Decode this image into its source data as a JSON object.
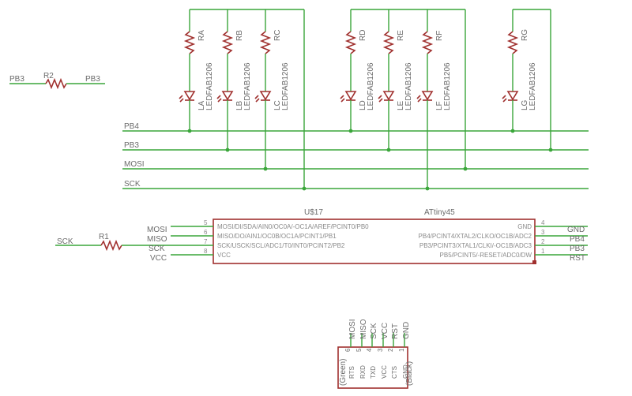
{
  "resistor_r2": {
    "name": "R2",
    "left_net": "PB3",
    "right_net": "PB3"
  },
  "buses": [
    "PB4",
    "PB3",
    "MOSI",
    "SCK"
  ],
  "leds": [
    {
      "resistor": "RA",
      "led": "LA",
      "value": "LEDFAB1206"
    },
    {
      "resistor": "RB",
      "led": "LB",
      "value": "LEDFAB1206"
    },
    {
      "resistor": "RC",
      "led": "LC",
      "value": "LEDFAB1206"
    },
    {
      "resistor": "RD",
      "led": "LD",
      "value": "LEDFAB1206"
    },
    {
      "resistor": "RE",
      "led": "LE",
      "value": "LEDFAB1206"
    },
    {
      "resistor": "RF",
      "led": "LF",
      "value": "LEDFAB1206"
    },
    {
      "resistor": "RG",
      "led": "LG",
      "value": "LEDFAB1206"
    }
  ],
  "chip": {
    "name": "U$17",
    "value": "ATtiny45",
    "left_pins": [
      {
        "num": "5",
        "name": "MOSI/DI/SDA/AIN0/OC0A/-OC1A/AREF/PCINT0/PB0",
        "net": "MOSI"
      },
      {
        "num": "6",
        "name": "MISO/DO/AIN1/OC0B/OC1A/PCINT1/PB1",
        "net": "MISO"
      },
      {
        "num": "7",
        "name": "SCK/USCK/SCL/ADC1/T0/INT0/PCINT2/PB2",
        "net": "SCK"
      },
      {
        "num": "8",
        "name": "VCC",
        "net": "VCC"
      }
    ],
    "right_pins": [
      {
        "num": "4",
        "name": "GND",
        "net": "GND"
      },
      {
        "num": "3",
        "name": "PB4/PCINT4/XTAL2/CLKO/OC1B/ADC2",
        "net": "PB4"
      },
      {
        "num": "2",
        "name": "PB3/PCINT3/XTAL1/CLKI/-OC1B/ADC3",
        "net": "PB3"
      },
      {
        "num": "1",
        "name": "PB5/PCINT5/-RESET/ADC0/DW",
        "net": "RST"
      }
    ]
  },
  "resistor_r1": {
    "name": "R1",
    "left_net": "SCK"
  },
  "connector": {
    "nets": [
      "MOSI",
      "MISO",
      "SCK",
      "VCC",
      "RST",
      "GND"
    ],
    "pin_numbers": [
      "6",
      "5",
      "4",
      "3",
      "2",
      "1"
    ],
    "pins": [
      "RTS",
      "RXD",
      "TXD",
      "VCC",
      "CTS",
      "GND"
    ],
    "left_label": "(Green)",
    "right_label": "(Black)"
  }
}
